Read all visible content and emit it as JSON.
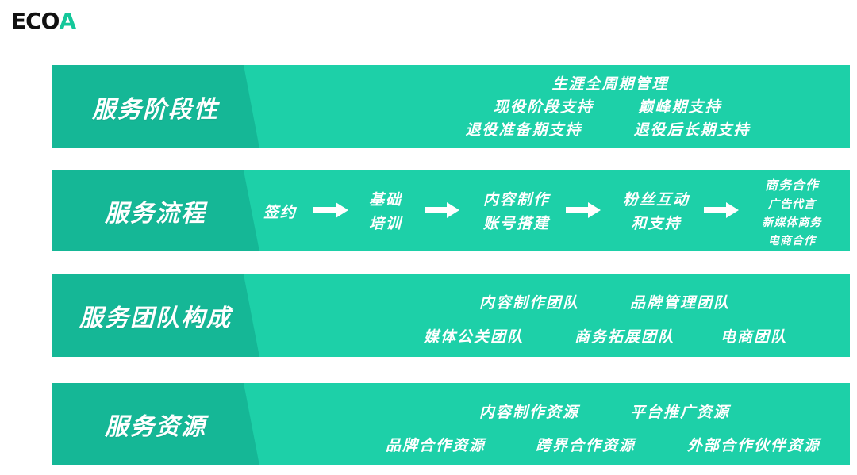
{
  "logo": {
    "text_main": "ECO",
    "text_accent": "A"
  },
  "sections": {
    "stage": {
      "title": "服务阶段性",
      "line1": "生涯全周期管理",
      "item1": "现役阶段支持",
      "item2": "巅峰期支持",
      "item3": "退役准备期支持",
      "item4": "退役后长期支持"
    },
    "process": {
      "title": "服务流程",
      "step1": "签约",
      "step2a": "基础",
      "step2b": "培训",
      "step3a": "内容制作",
      "step3b": "账号搭建",
      "step4a": "粉丝互动",
      "step4b": "和支持",
      "step5a": "商务合作",
      "step5b": "广告代言",
      "step5c": "新媒体商务",
      "step5d": "电商合作"
    },
    "team": {
      "title": "服务团队构成",
      "item1": "内容制作团队",
      "item2": "品牌管理团队",
      "item3": "媒体公关团队",
      "item4": "商务拓展团队",
      "item5": "电商团队"
    },
    "resources": {
      "title": "服务资源",
      "item1": "内容制作资源",
      "item2": "平台推广资源",
      "item3": "品牌合作资源",
      "item4": "跨界合作资源",
      "item5": "外部合作伙伴资源"
    }
  },
  "colors": {
    "band": "#1dd0a8",
    "band_left": "#15b796",
    "logo_accent": "#14c79a"
  }
}
